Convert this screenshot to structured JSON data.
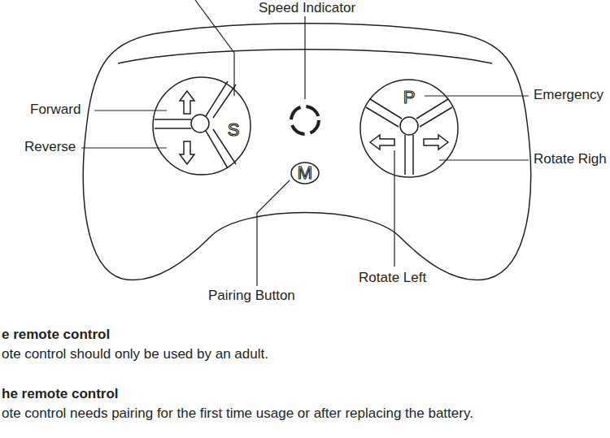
{
  "diagram": {
    "nodes": [
      {
        "text": [
          "S"
        ]
      },
      {
        "text": [
          "P"
        ]
      },
      {
        "text": [
          "M"
        ]
      }
    ],
    "labels": [
      "Speed Indicator",
      "Forward",
      "Reverse",
      "Emergency",
      "Rotate Righ",
      "Rotate Left",
      "Pairing Button",
      "e remote control",
      "ote control should only be used by an adult.",
      "he remote control",
      "ote control needs pairing for the first time usage or after replacing the battery."
    ]
  }
}
